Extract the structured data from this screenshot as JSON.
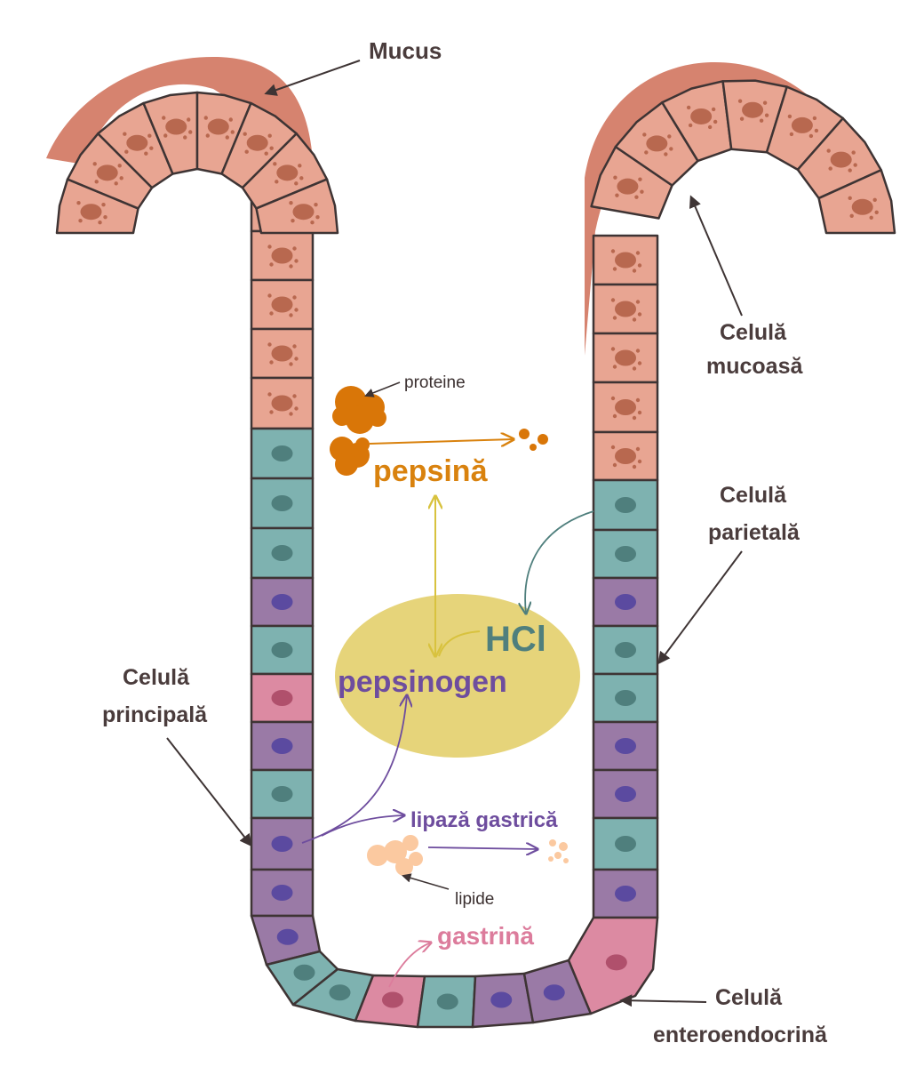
{
  "labels": {
    "mucus": "Mucus",
    "mucous_cell_line1": "Celulă",
    "mucous_cell_line2": "mucoasă",
    "parietal_cell_line1": "Celulă",
    "parietal_cell_line2": "parietală",
    "chief_cell_line1": "Celulă",
    "chief_cell_line2": "principală",
    "enteroendocrine_cell_line1": "Celulă",
    "enteroendocrine_cell_line2": "enteroendocrină",
    "proteins": "proteine",
    "pepsin": "pepsină",
    "hcl": "HCl",
    "pepsinogen": "pepsinogen",
    "gastric_lipase": "lipază gastrică",
    "lipids": "lipide",
    "gastrin": "gastrină"
  },
  "colors": {
    "mucus": "#d6836f",
    "mucous_cell": "#e8a592",
    "mucous_nucleus": "#b8684f",
    "parietal_cell": "#7eb2b0",
    "parietal_nucleus": "#4f7f7d",
    "chief_cell": "#9a7aa6",
    "chief_nucleus": "#5b4aa0",
    "enteroendocrine_cell": "#dc8aa2",
    "enteroendocrine_nucleus": "#b0506c",
    "lumen_ellipse": "#e6d47a",
    "pepsin_text": "#d9820e",
    "protein_blob": "#d97608",
    "hcl_text": "#4f7f7d",
    "pepsinogen_text": "#6e4d9e",
    "lipase_text": "#6e4d9e",
    "lipid_blob": "#fbc9a0",
    "gastrin_text": "#dc7c9c",
    "outline": "#3e3434"
  }
}
